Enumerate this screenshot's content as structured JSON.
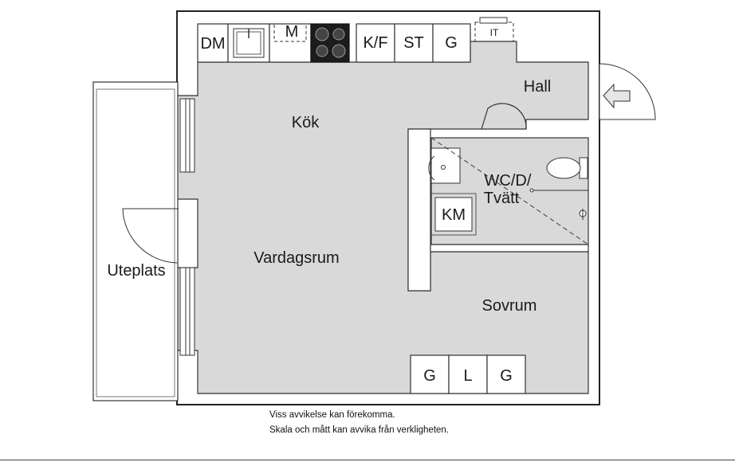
{
  "rooms": {
    "kok": "Kök",
    "hall": "Hall",
    "vardagsrum": "Vardagsrum",
    "uteplats": "Uteplats",
    "sovrum": "Sovrum",
    "wc_line1": "WC/D/",
    "wc_line2": "Tvätt"
  },
  "kitchen_fixtures": {
    "dm": "DM",
    "m": "M",
    "kf": "K/F",
    "st": "ST",
    "g": "G",
    "it": "IT"
  },
  "bath_fixtures": {
    "km": "KM"
  },
  "bedroom_closets": {
    "g1": "G",
    "l": "L",
    "g2": "G"
  },
  "disclaimer": {
    "line1": "Viss avvikelse kan förekomma.",
    "line2": "Skala och mått kan avvika från verkligheten."
  },
  "colors": {
    "floor": "#d9d9d9",
    "wall": "#222222",
    "fixture_fill": "#ffffff",
    "stove": "#1c1c1c"
  }
}
